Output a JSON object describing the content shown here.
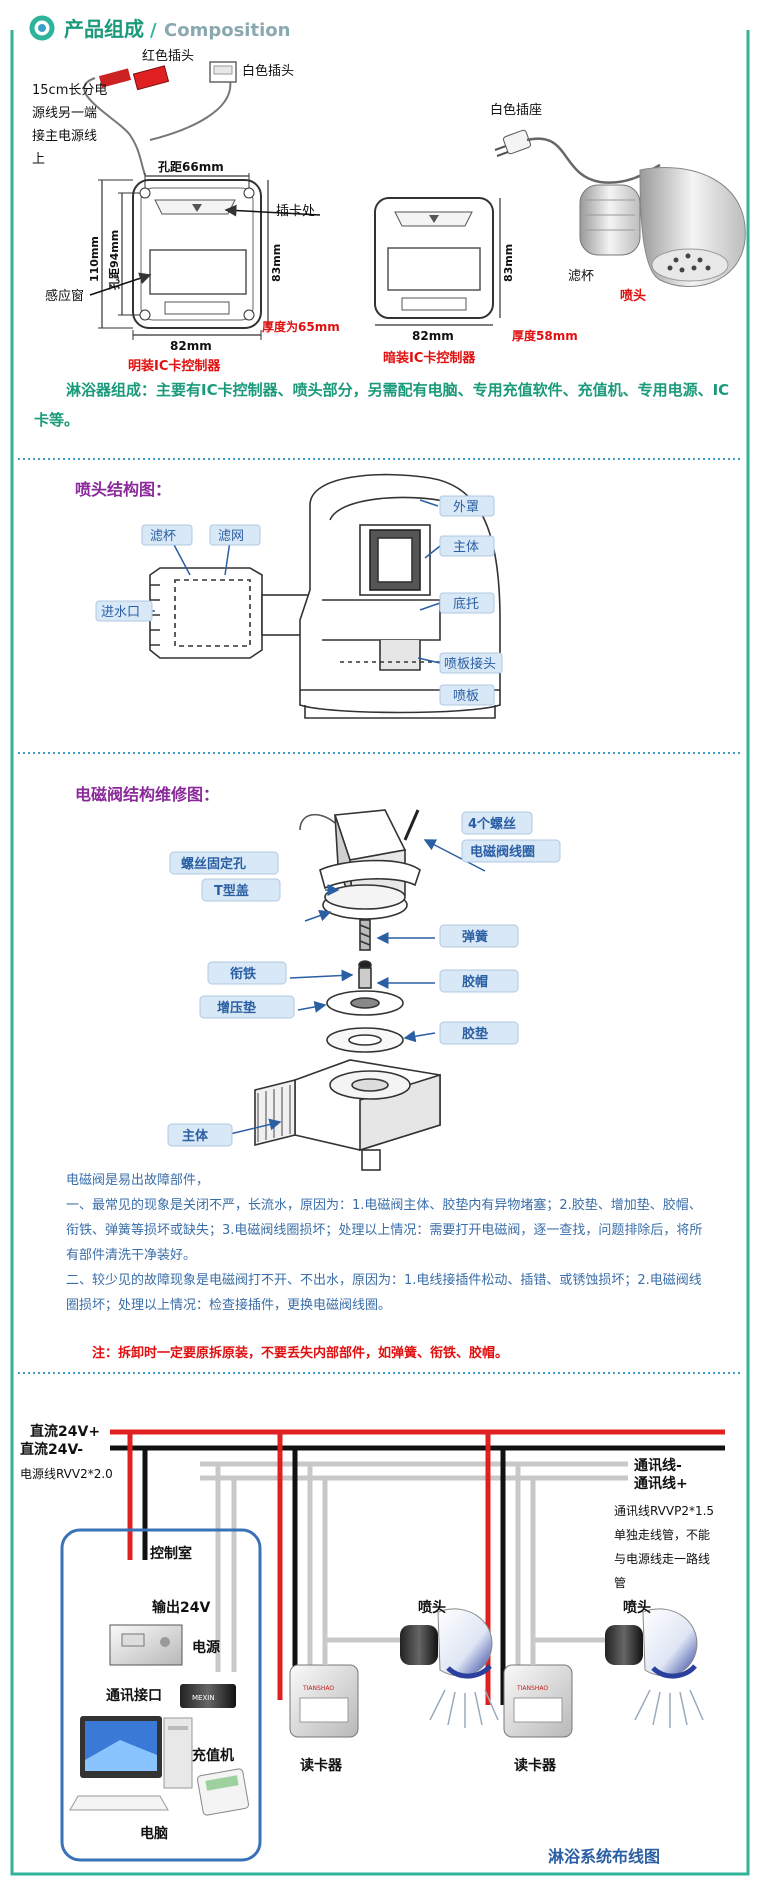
{
  "header": {
    "title_cn": "产品组成",
    "title_sep": "/",
    "title_en": "Composition"
  },
  "composition": {
    "red_plug": "红色插头",
    "white_plug": "白色插头",
    "power_note": [
      "15cm长分电",
      "源线另一端",
      "接主电源线",
      "上"
    ],
    "hole_pitch_66": "孔距66mm",
    "card_slot": "插卡处",
    "dim_110": "110mm",
    "hole_pitch_94": "孔距94mm",
    "sensor_window": "感应窗",
    "dim_83a": "83mm",
    "dim_82a": "82mm",
    "thickness_65": "厚度为65mm",
    "surface_label": "明装IC卡控制器",
    "dim_83b": "83mm",
    "dim_82b": "82mm",
    "thickness_58": "厚度58mm",
    "concealed_label": "暗装IC卡控制器",
    "white_socket": "白色插座",
    "filter_cup": "滤杯",
    "nozzle": "喷头",
    "description": "淋浴器组成：主要有IC卡控制器、喷头部分，另需配有电脑、专用充值软件、充值机、专用电源、IC卡等。"
  },
  "nozzle_section": {
    "title": "喷头结构图：",
    "labels": {
      "filter_cup": "滤杯",
      "filter_mesh": "滤网",
      "inlet": "进水口",
      "cover": "外罩",
      "body": "主体",
      "base": "底托",
      "plate_joint": "喷板接头",
      "plate": "喷板"
    }
  },
  "valve_section": {
    "title": "电磁阀结构维修图：",
    "labels": {
      "screws": "4个螺丝",
      "coil": "电磁阀线圈",
      "screw_hole": "螺丝固定孔",
      "t_cover": "T型盖",
      "spring": "弹簧",
      "armature": "衔铁",
      "rubber_cap": "胶帽",
      "pressure_pad": "增压垫",
      "rubber_pad": "胶垫",
      "main_body": "主体"
    },
    "intro": "电磁阀是易出故障部件，",
    "p1": "一、最常见的现象是关闭不严，长流水，原因为：1.电磁阀主体、胶垫内有异物堵塞；2.胶垫、增加垫、胶帽、衔铁、弹簧等损坏或缺失；3.电磁阀线圈损坏；处理以上情况：需要打开电磁阀，逐一查找，问题排除后，将所有部件清洗干净装好。",
    "p2": "二、较少见的故障现象是电磁阀打不开、不出水，原因为：1.电线接插件松动、插错、或锈蚀损坏；2.电磁阀线圈损坏；处理以上情况：检查接插件，更换电磁阀线圈。",
    "note": "注：拆卸时一定要原拆原装，不要丢失内部部件，如弹簧、衔铁、胶帽。"
  },
  "wiring": {
    "dc_pos": "直流24V+",
    "dc_neg": "直流24V-",
    "power_cable": "电源线RVV2*2.0",
    "comm_neg": "通讯线-",
    "comm_pos": "通讯线+",
    "comm_note": [
      "通讯线RVVP2*1.5",
      "单独走线管，不能",
      "与电源线走一路线",
      "管"
    ],
    "control_room": "控制室",
    "output": "输出24V",
    "power": "电源",
    "comm_port": "通讯接口",
    "recharger": "充值机",
    "computer": "电脑",
    "nozzle_a": "喷头",
    "nozzle_b": "喷头",
    "reader_a": "读卡器",
    "reader_b": "读卡器",
    "device_brand": "TIANSHAO",
    "caption": "淋浴系统布线图"
  },
  "colors": {
    "border": "#2fb39a",
    "dot": "#3aa0c8",
    "label_bg": "#d8e8f6",
    "label_text": "#2b5fa4",
    "red": "#e01010",
    "purple": "#8a2a9a",
    "green_text": "#1a9a7a",
    "blue_text": "#3a6ea8",
    "wire_red": "#e02020",
    "wire_black": "#111111",
    "wire_gray": "#c8c8c8"
  }
}
